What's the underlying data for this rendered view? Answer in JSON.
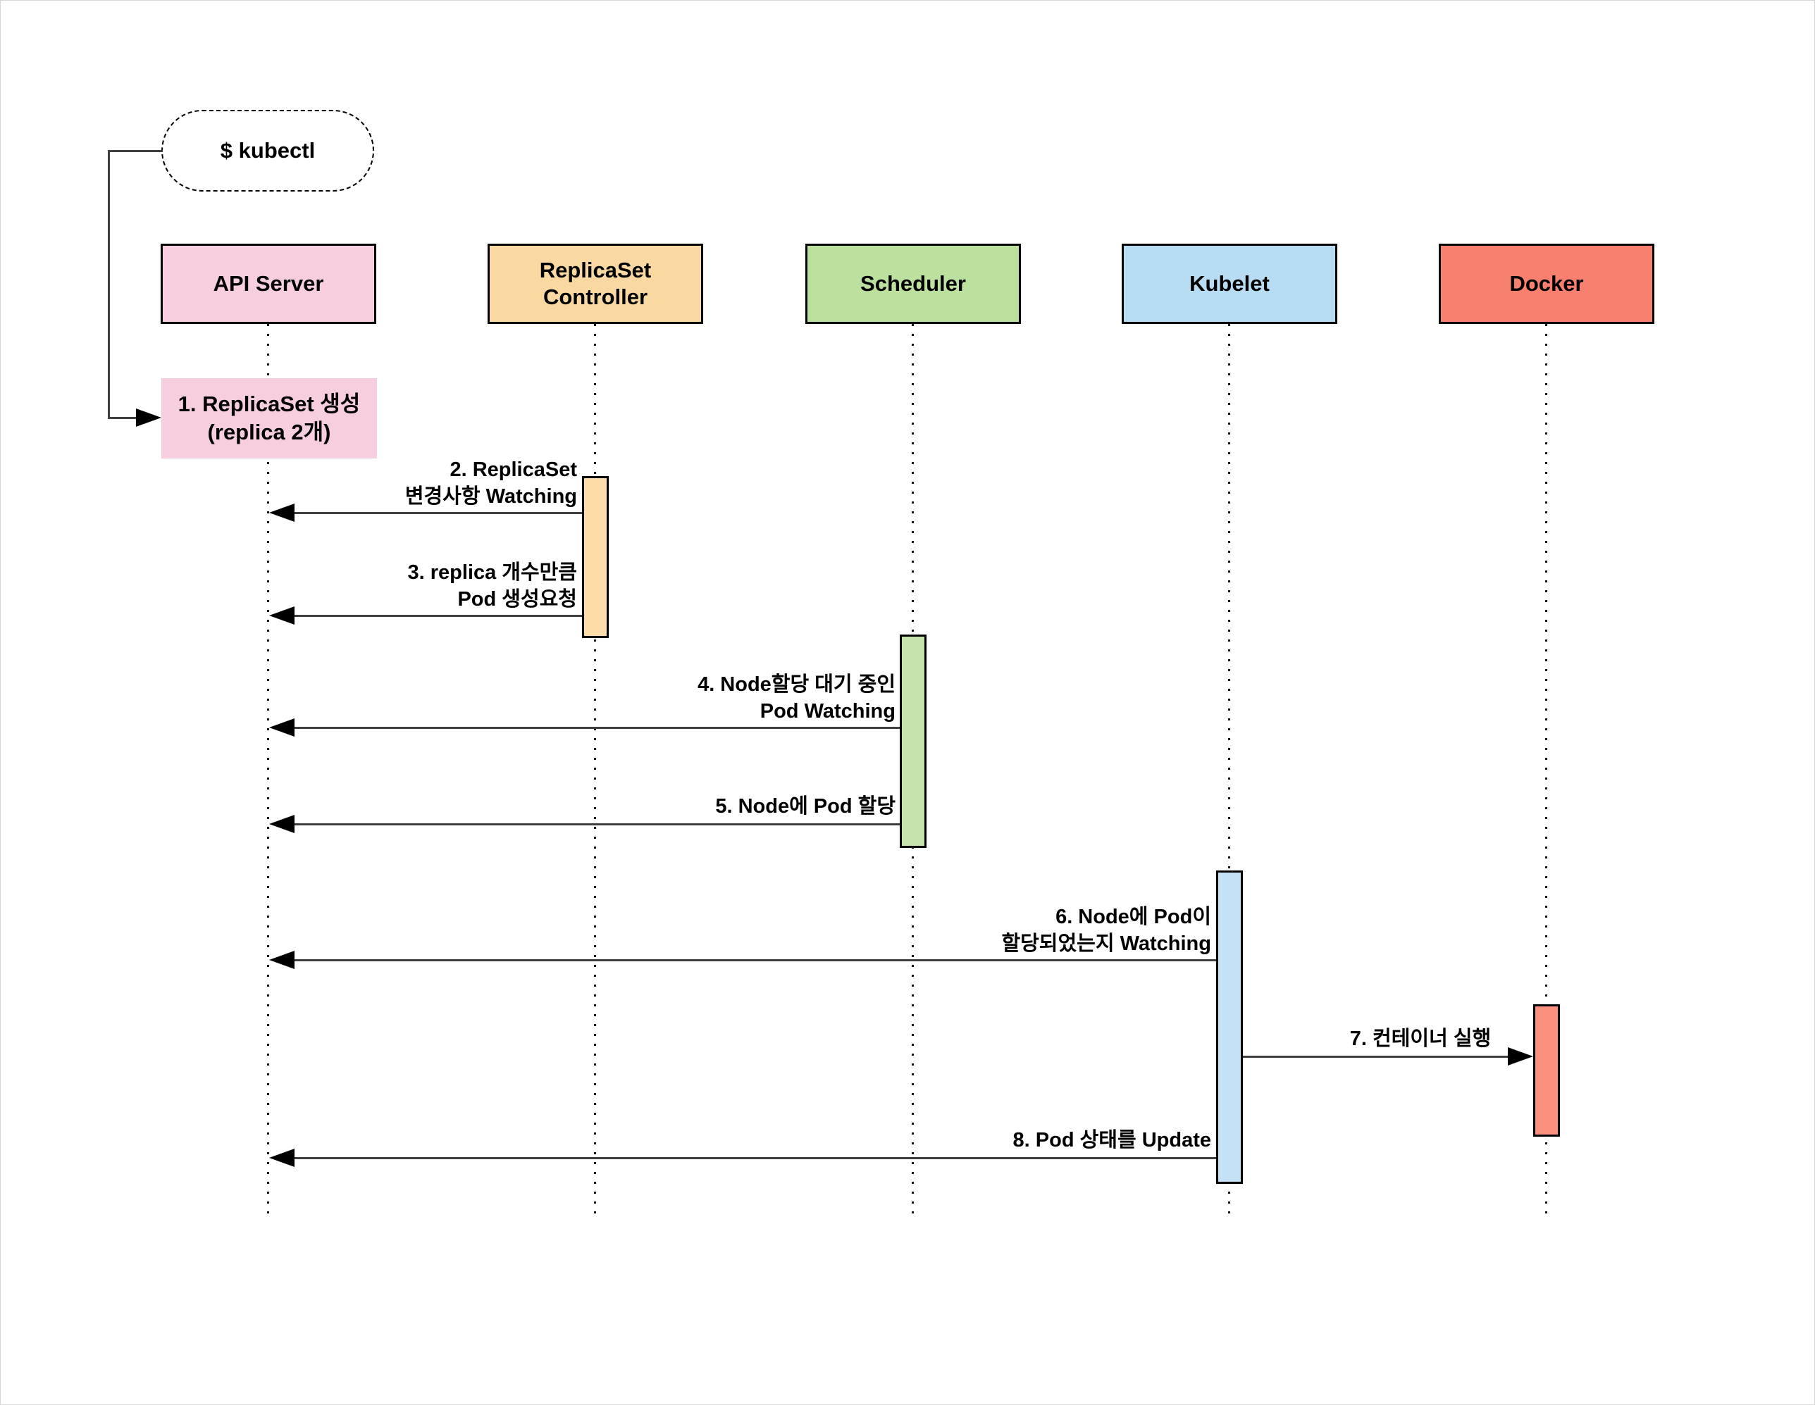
{
  "diagram": {
    "title_hint": "Kubernetes ReplicaSet creation sequence diagram",
    "trigger": {
      "label": "$ kubectl"
    },
    "actors": [
      {
        "id": "api-server",
        "label": "API Server",
        "fill": "#F7CEDF"
      },
      {
        "id": "replicaset-controller",
        "label": "ReplicaSet Controller",
        "fill": "#FAD8A2",
        "bar_fill": "#FCDCA8"
      },
      {
        "id": "scheduler",
        "label": "Scheduler",
        "fill": "#BCE09E",
        "bar_fill": "#C6E3AA"
      },
      {
        "id": "kubelet",
        "label": "Kubelet",
        "fill": "#B8DCF2",
        "bar_fill": "#C4E1F6"
      },
      {
        "id": "docker",
        "label": "Docker",
        "fill": "#F8806E",
        "bar_fill": "#FB907F"
      }
    ],
    "note": {
      "lines": [
        "1. ReplicaSet 생성",
        "(replica 2개)"
      ],
      "fill": "#F7CEDF"
    },
    "messages": [
      {
        "lines": [
          "2. ReplicaSet",
          "변경사항 Watching"
        ],
        "from": "replicaset-controller",
        "to": "api-server"
      },
      {
        "lines": [
          "3. replica 개수만큼",
          "Pod 생성요청"
        ],
        "from": "replicaset-controller",
        "to": "api-server"
      },
      {
        "lines": [
          "4. Node할당 대기 중인",
          "Pod Watching"
        ],
        "from": "scheduler",
        "to": "api-server"
      },
      {
        "lines": [
          "5. Node에 Pod 할당"
        ],
        "from": "scheduler",
        "to": "api-server"
      },
      {
        "lines": [
          "6. Node에 Pod이",
          "할당되었는지 Watching"
        ],
        "from": "kubelet",
        "to": "api-server"
      },
      {
        "lines": [
          "7. 컨테이너 실행"
        ],
        "from": "kubelet",
        "to": "docker"
      },
      {
        "lines": [
          "8. Pod 상태를 Update"
        ],
        "from": "kubelet",
        "to": "api-server"
      }
    ],
    "line_color": "#3f3f3f",
    "arrowhead_color": "#000000"
  }
}
